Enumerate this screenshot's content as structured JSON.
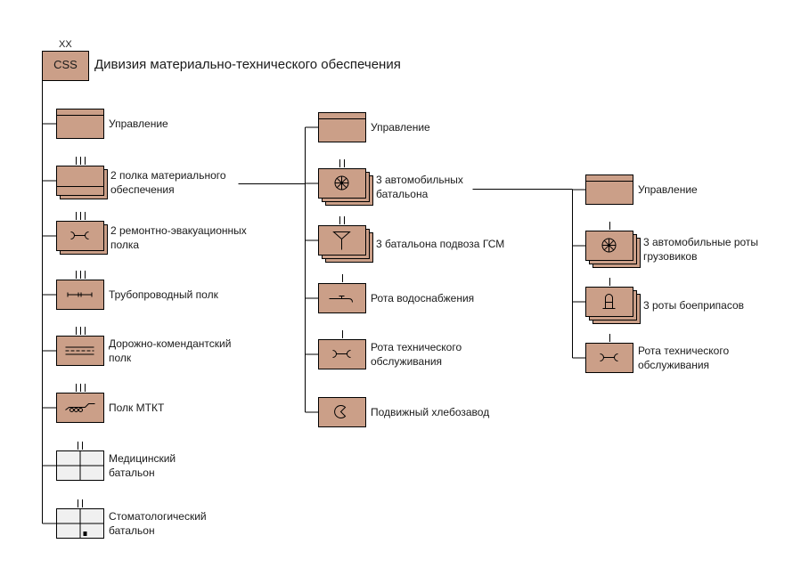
{
  "colors": {
    "unit_fill": "#CB9F88",
    "medical_fill": "#F0F0F0",
    "stroke": "#000000"
  },
  "root": {
    "echelon": "XX",
    "code": "CSS",
    "title": "Дивизия материально-технического обеспечения"
  },
  "column1": [
    {
      "label": "Управление",
      "echelon": "",
      "symbol": "hq",
      "stack": 1
    },
    {
      "label": "2 полка материального\nобеспечения",
      "echelon": "III",
      "symbol": "supply",
      "stack": 2
    },
    {
      "label": "2 ремонтно-эвакуационных\nполка",
      "echelon": "III",
      "symbol": "maintenance",
      "stack": 2
    },
    {
      "label": "Трубопроводный полк",
      "echelon": "III",
      "symbol": "pipeline",
      "stack": 1
    },
    {
      "label": "Дорожно-комендантский\nполк",
      "echelon": "III",
      "symbol": "road",
      "stack": 1
    },
    {
      "label": "Полк МТКТ",
      "echelon": "III",
      "symbol": "heavy-transport",
      "stack": 1
    },
    {
      "label": "Медицинский\nбатальон",
      "echelon": "II",
      "symbol": "medical",
      "stack": 1
    },
    {
      "label": "Стоматологический\nбатальон",
      "echelon": "II",
      "symbol": "dental",
      "stack": 1
    }
  ],
  "column2": [
    {
      "label": "Управление",
      "echelon": "",
      "symbol": "hq",
      "stack": 1
    },
    {
      "label": "3 автомобильных\nбатальона",
      "echelon": "II",
      "symbol": "motor-transport",
      "stack": 3
    },
    {
      "label": "3 батальона подвоза ГСМ",
      "echelon": "II",
      "symbol": "fuel",
      "stack": 3
    },
    {
      "label": "Рота водоснабжения",
      "echelon": "I",
      "symbol": "water",
      "stack": 1
    },
    {
      "label": "Рота технического\nобслуживания",
      "echelon": "I",
      "symbol": "maintenance",
      "stack": 1
    },
    {
      "label": "Подвижный хлебозавод",
      "echelon": "",
      "symbol": "bakery",
      "stack": 1
    }
  ],
  "column3": [
    {
      "label": "Управление",
      "echelon": "",
      "symbol": "hq",
      "stack": 1
    },
    {
      "label": "3 автомобильные роты\nгрузовиков",
      "echelon": "I",
      "symbol": "motor-transport",
      "stack": 3
    },
    {
      "label": "3 роты боеприпасов",
      "echelon": "I",
      "symbol": "ammunition",
      "stack": 3
    },
    {
      "label": "Рота технического\nобслуживания",
      "echelon": "I",
      "symbol": "maintenance",
      "stack": 1
    }
  ]
}
